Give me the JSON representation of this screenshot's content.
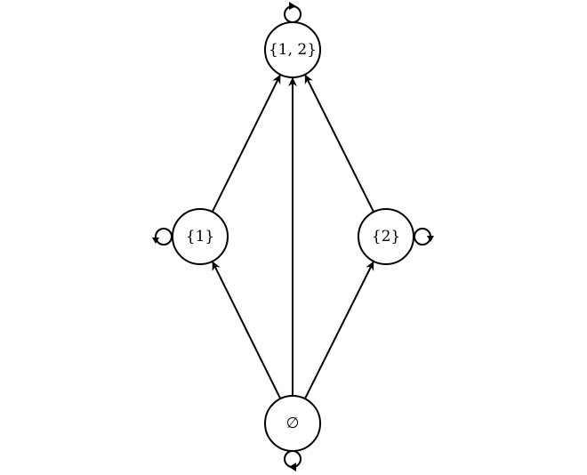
{
  "diagram": {
    "type": "directed-graph",
    "nodes": [
      {
        "id": "n12",
        "label": "{1, 2}"
      },
      {
        "id": "n1",
        "label": "{1}"
      },
      {
        "id": "n2",
        "label": "{2}"
      },
      {
        "id": "n0",
        "label": "∅"
      }
    ],
    "edges": [
      {
        "from": "n0",
        "to": "n1"
      },
      {
        "from": "n0",
        "to": "n2"
      },
      {
        "from": "n0",
        "to": "n12"
      },
      {
        "from": "n1",
        "to": "n12"
      },
      {
        "from": "n2",
        "to": "n12"
      }
    ],
    "self_loops": [
      "n12",
      "n1",
      "n2",
      "n0"
    ]
  }
}
